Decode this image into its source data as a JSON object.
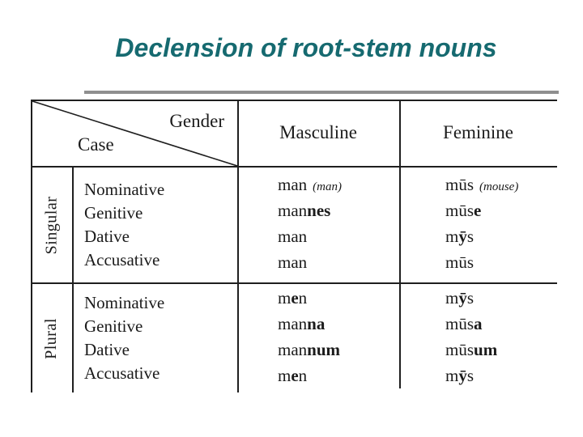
{
  "title": "Declension of root-stem nouns",
  "colors": {
    "title_teal": "#166a70",
    "rule_gray": "#8f8f8f",
    "table_ink": "#1f1f1f",
    "background": "#ffffff"
  },
  "table": {
    "corner": {
      "gender_label": "Gender",
      "case_label": "Case"
    },
    "gender_headers": {
      "masculine": "Masculine",
      "feminine": "Feminine"
    },
    "sections": [
      {
        "number_label": "Singular",
        "rows": [
          {
            "case": "Nominative",
            "masc": {
              "pre": "man",
              "bold": "",
              "post": "",
              "note": "(man)"
            },
            "fem": {
              "pre": "mūs",
              "bold": "",
              "post": "",
              "note": "(mouse)"
            }
          },
          {
            "case": "Genitive",
            "masc": {
              "pre": "man",
              "bold": "nes",
              "post": "",
              "note": ""
            },
            "fem": {
              "pre": "mūs",
              "bold": "e",
              "post": "",
              "note": ""
            }
          },
          {
            "case": "Dative",
            "masc": {
              "pre": "man",
              "bold": "",
              "post": "",
              "note": ""
            },
            "fem": {
              "pre": "m",
              "bold": "ȳ",
              "post": "s",
              "note": ""
            }
          },
          {
            "case": "Accusative",
            "masc": {
              "pre": "man",
              "bold": "",
              "post": "",
              "note": ""
            },
            "fem": {
              "pre": "mūs",
              "bold": "",
              "post": "",
              "note": ""
            }
          }
        ]
      },
      {
        "number_label": "Plural",
        "rows": [
          {
            "case": "Nominative",
            "masc": {
              "pre": "m",
              "bold": "e",
              "post": "n",
              "note": ""
            },
            "fem": {
              "pre": "m",
              "bold": "ȳ",
              "post": "s",
              "note": ""
            }
          },
          {
            "case": "Genitive",
            "masc": {
              "pre": "man",
              "bold": "na",
              "post": "",
              "note": ""
            },
            "fem": {
              "pre": "mūs",
              "bold": "a",
              "post": "",
              "note": ""
            }
          },
          {
            "case": "Dative",
            "masc": {
              "pre": "man",
              "bold": "num",
              "post": "",
              "note": ""
            },
            "fem": {
              "pre": "mūs",
              "bold": "um",
              "post": "",
              "note": ""
            }
          },
          {
            "case": "Accusative",
            "masc": {
              "pre": "m",
              "bold": "e",
              "post": "n",
              "note": ""
            },
            "fem": {
              "pre": "m",
              "bold": "ȳ",
              "post": "s",
              "note": ""
            }
          }
        ]
      }
    ]
  }
}
